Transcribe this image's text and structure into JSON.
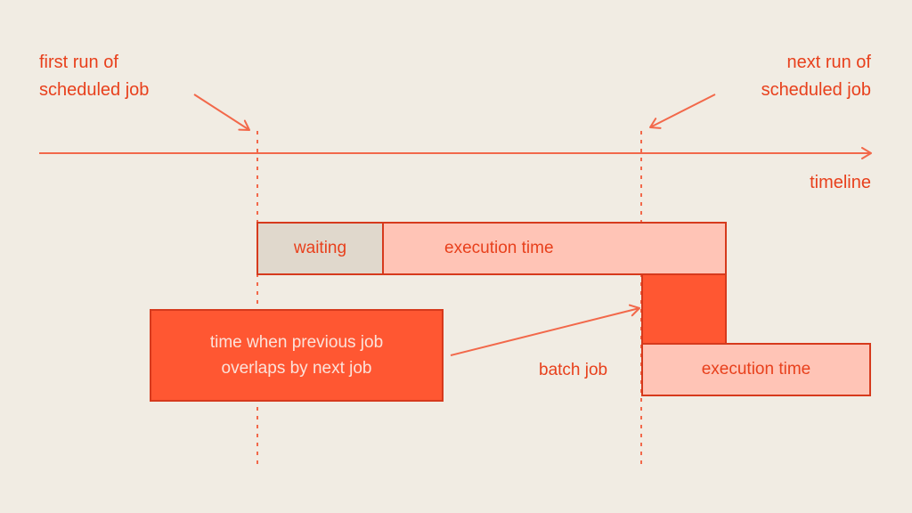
{
  "labels": {
    "first_run": [
      "first run of",
      "scheduled job"
    ],
    "next_run": [
      "next run of",
      "scheduled job"
    ],
    "timeline": "timeline",
    "batch_job": "batch job"
  },
  "first_job": {
    "waiting": "waiting",
    "execution": "execution time"
  },
  "second_job": {
    "execution": "execution time"
  },
  "overlap_note": [
    "time when previous job",
    "overlaps by next job"
  ],
  "colors": {
    "background": "#F1ECE3",
    "accent": "#E8401C",
    "line": "#F2684A",
    "waiting_fill": "#E0D8CC",
    "execution_fill": "#FFC4B6",
    "overlap_fill": "#FF5732",
    "note_text": "#FBE2DA"
  }
}
